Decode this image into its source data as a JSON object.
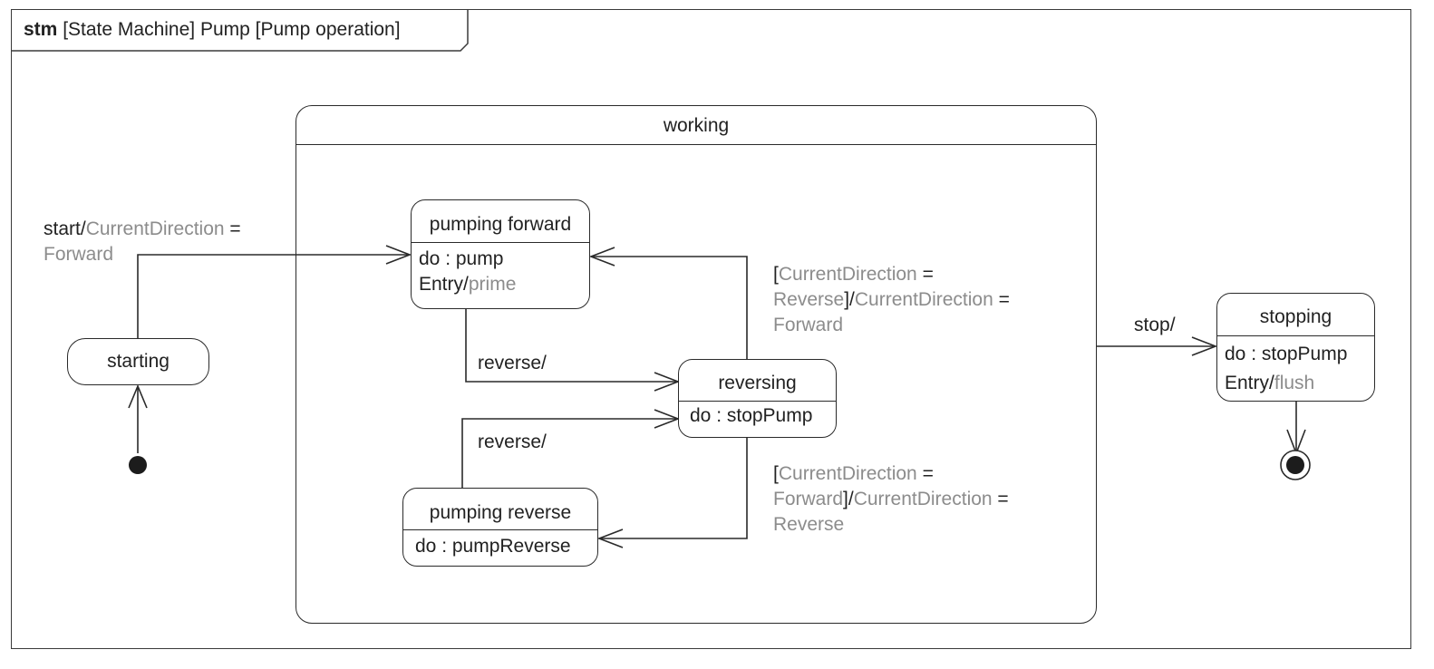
{
  "frame": {
    "keyword": "stm",
    "title": "[State Machine] Pump [Pump operation]"
  },
  "working": {
    "name": "working"
  },
  "states": {
    "starting": {
      "name": "starting"
    },
    "pumping_forward": {
      "name": "pumping forward",
      "do": "do : pump",
      "entry_prefix": "Entry/",
      "entry_action": "prime"
    },
    "reversing": {
      "name": "reversing",
      "do": "do : stopPump"
    },
    "pumping_reverse": {
      "name": "pumping reverse",
      "do": "do : pumpReverse"
    },
    "stopping": {
      "name": "stopping",
      "do": "do : stopPump",
      "entry_prefix": "Entry/",
      "entry_action": "flush"
    }
  },
  "transitions": {
    "start": {
      "trigger": "start/",
      "var": "CurrentDirection",
      "eq": " =",
      "value": "Forward"
    },
    "reverse_1": {
      "label": "reverse/"
    },
    "reverse_2": {
      "label": "reverse/"
    },
    "guard_to_forward": {
      "b1": "[",
      "g_var": "CurrentDirection",
      "g_eq": " =",
      "g_val": "Reverse",
      "b2": "]/",
      "a_var": "CurrentDirection",
      "a_eq": " =",
      "a_val": "Forward"
    },
    "guard_to_reverse": {
      "b1": "[",
      "g_var": "CurrentDirection",
      "g_eq": " =",
      "g_val": "Forward",
      "b2": "]/",
      "a_var": "CurrentDirection",
      "a_eq": " =",
      "a_val": "Reverse"
    },
    "stop": {
      "label": "stop/"
    }
  },
  "colors": {
    "line": "#2a2a2a",
    "secondary_text": "#8c8c8c"
  }
}
